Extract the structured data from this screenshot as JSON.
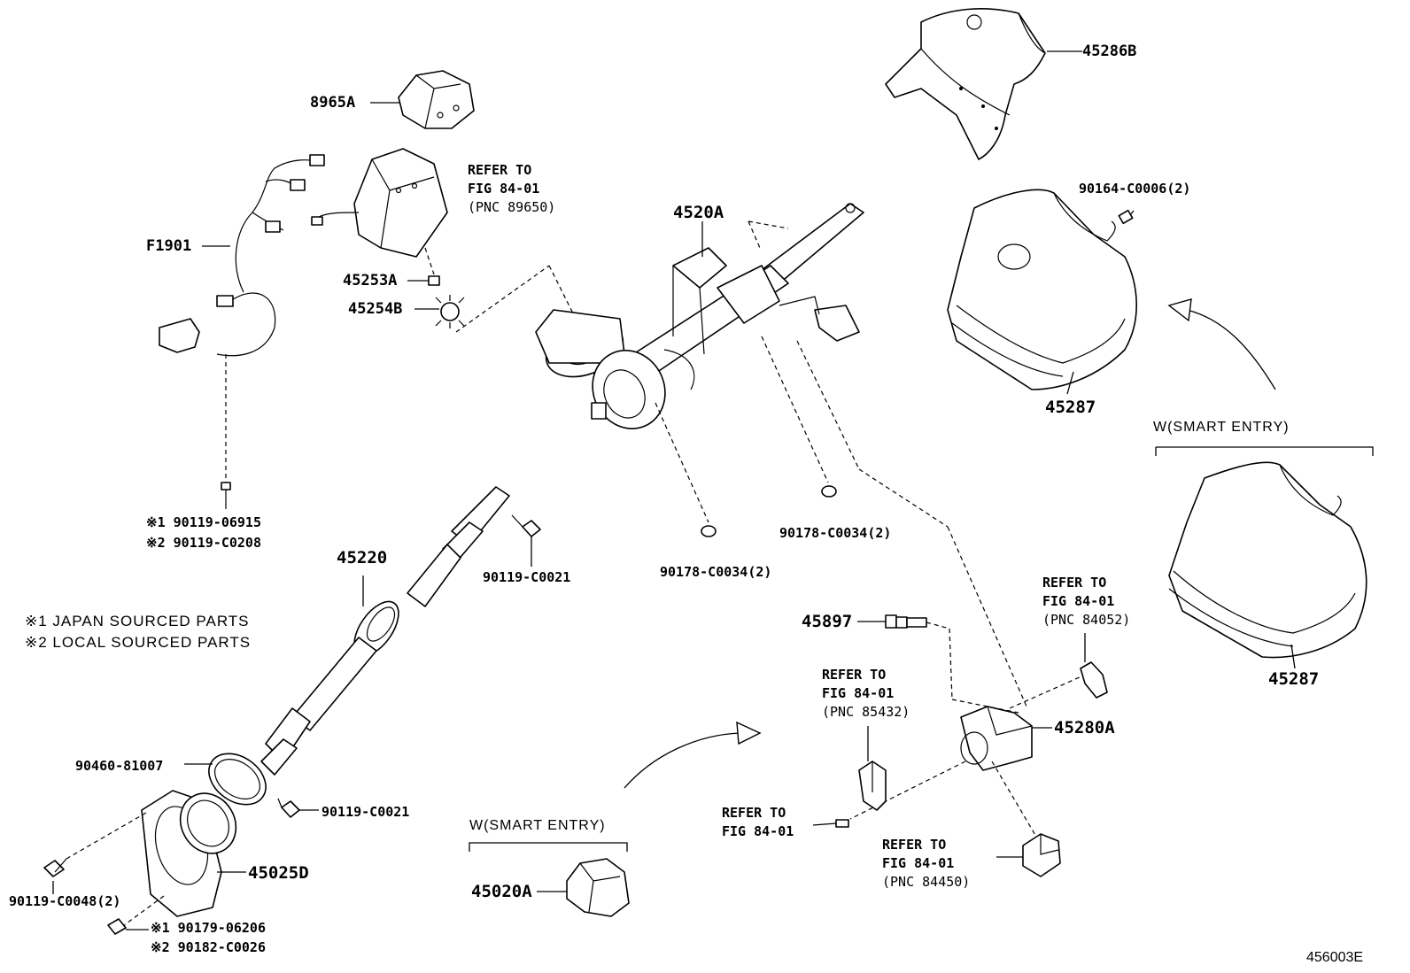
{
  "diagram_id": "456003E",
  "notes": {
    "japan": "※1 JAPAN SOURCED PARTS",
    "local": "※2 LOCAL SOURCED PARTS"
  },
  "labels": {
    "p8965A": "8965A",
    "pF1901": "F1901",
    "p45253A": "45253A",
    "p45254B": "45254B",
    "p4520A": "4520A",
    "p45286B": "45286B",
    "p90164": "90164-C0006(2)",
    "p45287a": "45287",
    "p45287b": "45287",
    "p90178a": "90178-C0034(2)",
    "p90178b": "90178-C0034(2)",
    "p45220": "45220",
    "p90119a": "90119-C0021",
    "p90119b": "90119-C0021",
    "p90119c_line1": "※1 90119-06915",
    "p90119c_line2": "※2 90119-C0208",
    "p90460": "90460-81007",
    "p45025D": "45025D",
    "p90119d": "90119-C0048(2)",
    "p90179_line1": "※1 90179-06206",
    "p90179_line2": "※2 90182-C0026",
    "p45020A": "45020A",
    "p45897": "45897",
    "p45280A": "45280A",
    "smart_entry_top": "W(SMART ENTRY)",
    "smart_entry_bottom": "W(SMART ENTRY)"
  },
  "refs": {
    "r89650": {
      "l1": "REFER TO",
      "l2": "FIG 84-01",
      "l3": "(PNC 89650)"
    },
    "r84052": {
      "l1": "REFER TO",
      "l2": "FIG 84-01",
      "l3": "(PNC 84052)"
    },
    "r85432": {
      "l1": "REFER TO",
      "l2": "FIG 84-01",
      "l3": "(PNC 85432)"
    },
    "r8401": {
      "l1": "REFER TO",
      "l2": "FIG 84-01"
    },
    "r84450": {
      "l1": "REFER TO",
      "l2": "FIG 84-01",
      "l3": "(PNC 84450)"
    }
  }
}
